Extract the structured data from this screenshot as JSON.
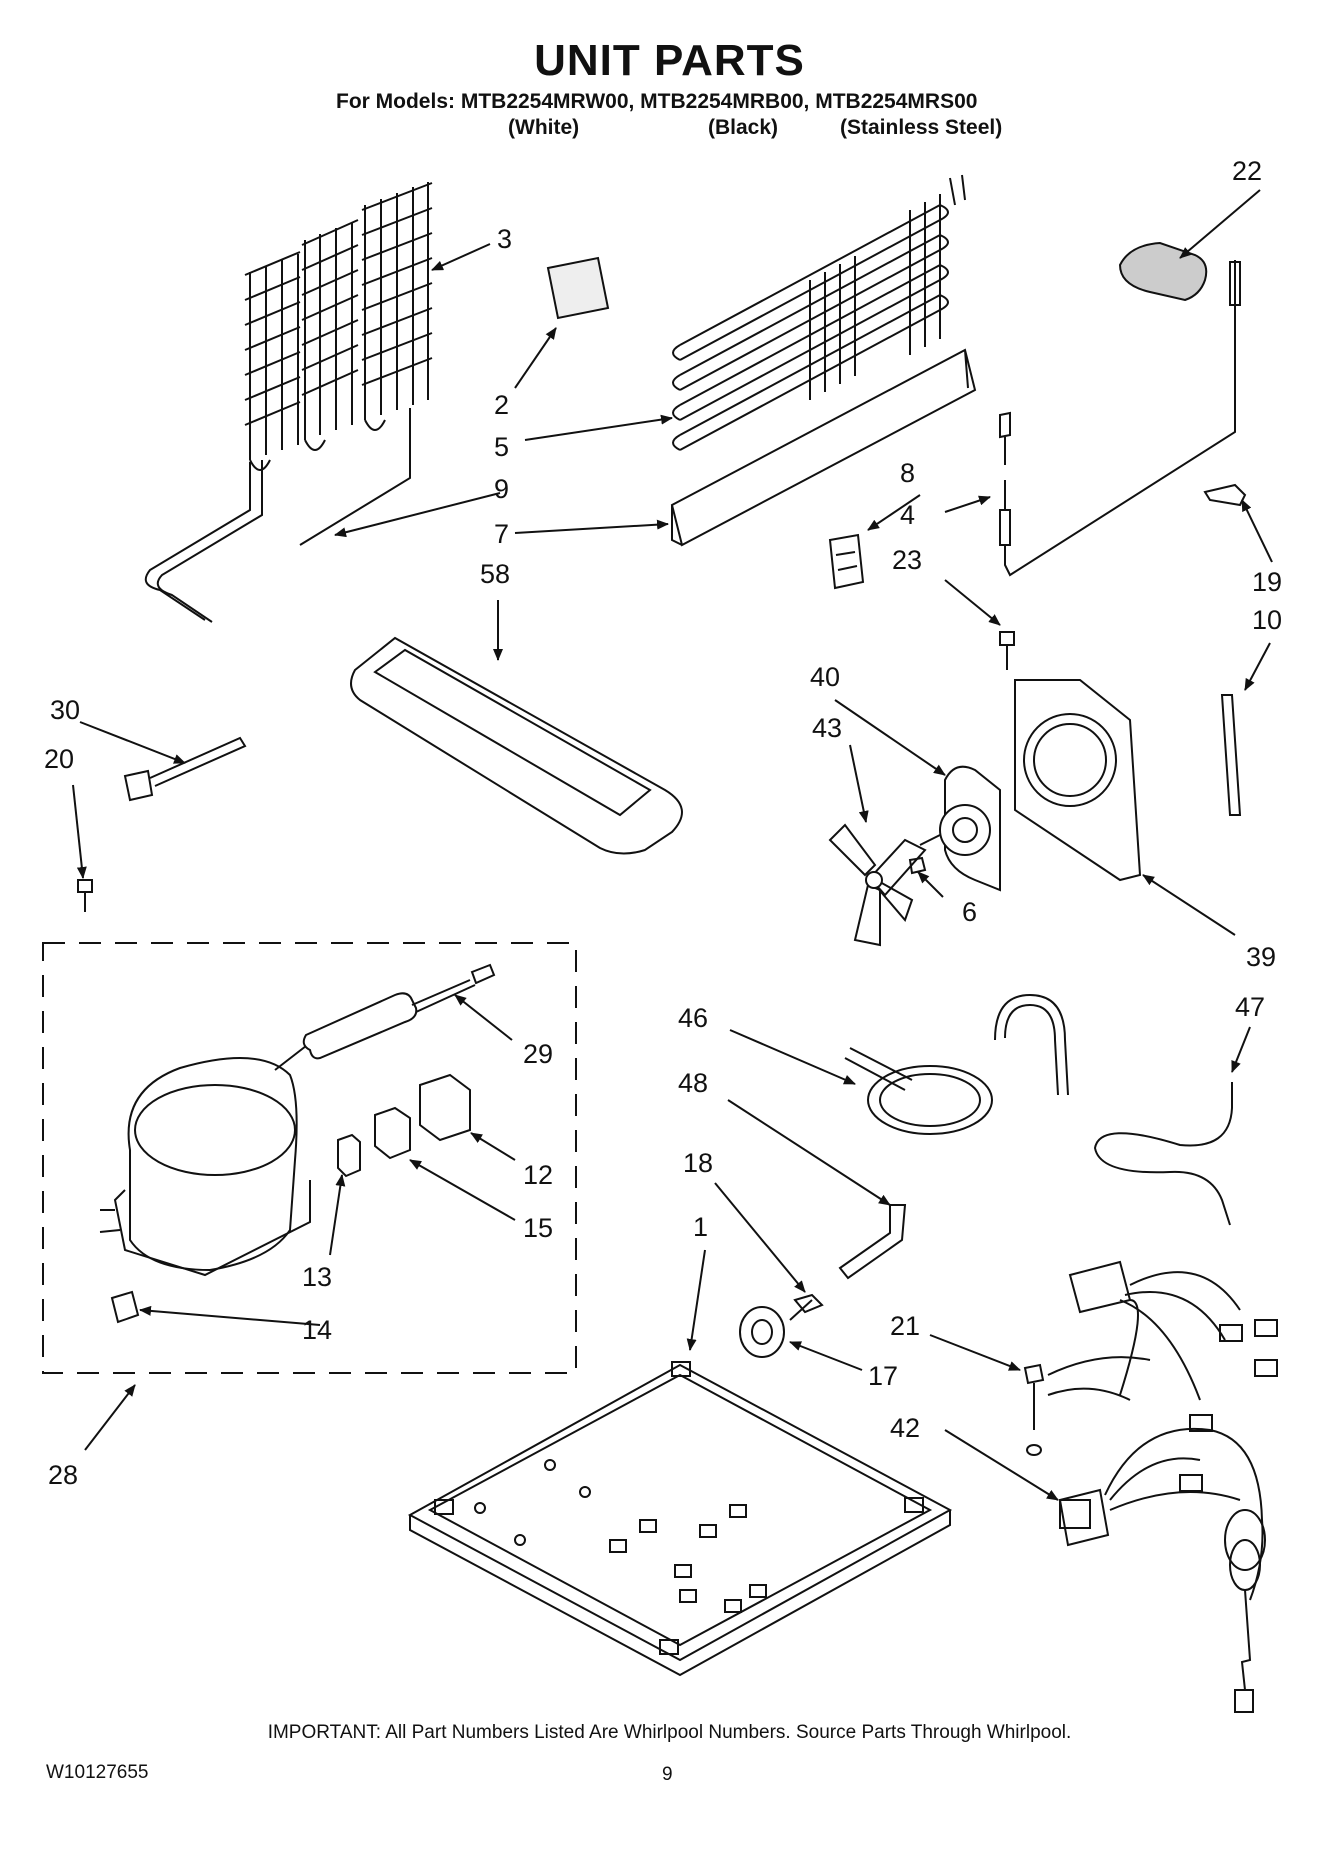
{
  "header": {
    "title": "UNIT PARTS",
    "models": "For Models: MTB2254MRW00, MTB2254MRB00, MTB2254MRS00",
    "variants": [
      "(White)",
      "(Black)",
      "(Stainless Steel)"
    ]
  },
  "footer": {
    "note": "IMPORTANT: All Part Numbers Listed Are Whirlpool Numbers. Source Parts Through Whirlpool.",
    "doc_number": "W10127655",
    "page": "9"
  },
  "callouts": [
    "3",
    "2",
    "5",
    "9",
    "7",
    "58",
    "8",
    "4",
    "23",
    "22",
    "19",
    "10",
    "40",
    "43",
    "6",
    "39",
    "30",
    "20",
    "29",
    "12",
    "15",
    "13",
    "14",
    "28",
    "46",
    "47",
    "48",
    "18",
    "1",
    "17",
    "21",
    "42"
  ]
}
